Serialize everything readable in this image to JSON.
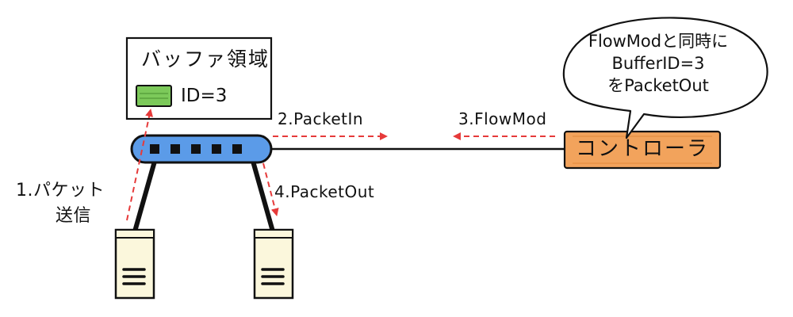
{
  "colors": {
    "switch_fill": "#5b9be8",
    "controller_fill": "#f2a35c",
    "buffer_slot_fill": "#7cc95a",
    "arrow_red": "#e63a3a",
    "server_fill": "#fbf7dc",
    "line": "#111111"
  },
  "buffer": {
    "title": "バッファ領域",
    "slot_label": "ID=3"
  },
  "steps": {
    "step1_line1": "1.パケット",
    "step1_line2": "送信",
    "step2": "2.PacketIn",
    "step3": "3.FlowMod",
    "step4": "4.PacketOut"
  },
  "controller": {
    "label": "コントローラ"
  },
  "bubble": {
    "line1": "FlowModと同時に",
    "line2": "BufferID=3",
    "line3": "をPacketOut"
  },
  "icons": {
    "switch": "network-switch-icon",
    "server_left": "server-icon",
    "server_right": "server-icon"
  }
}
